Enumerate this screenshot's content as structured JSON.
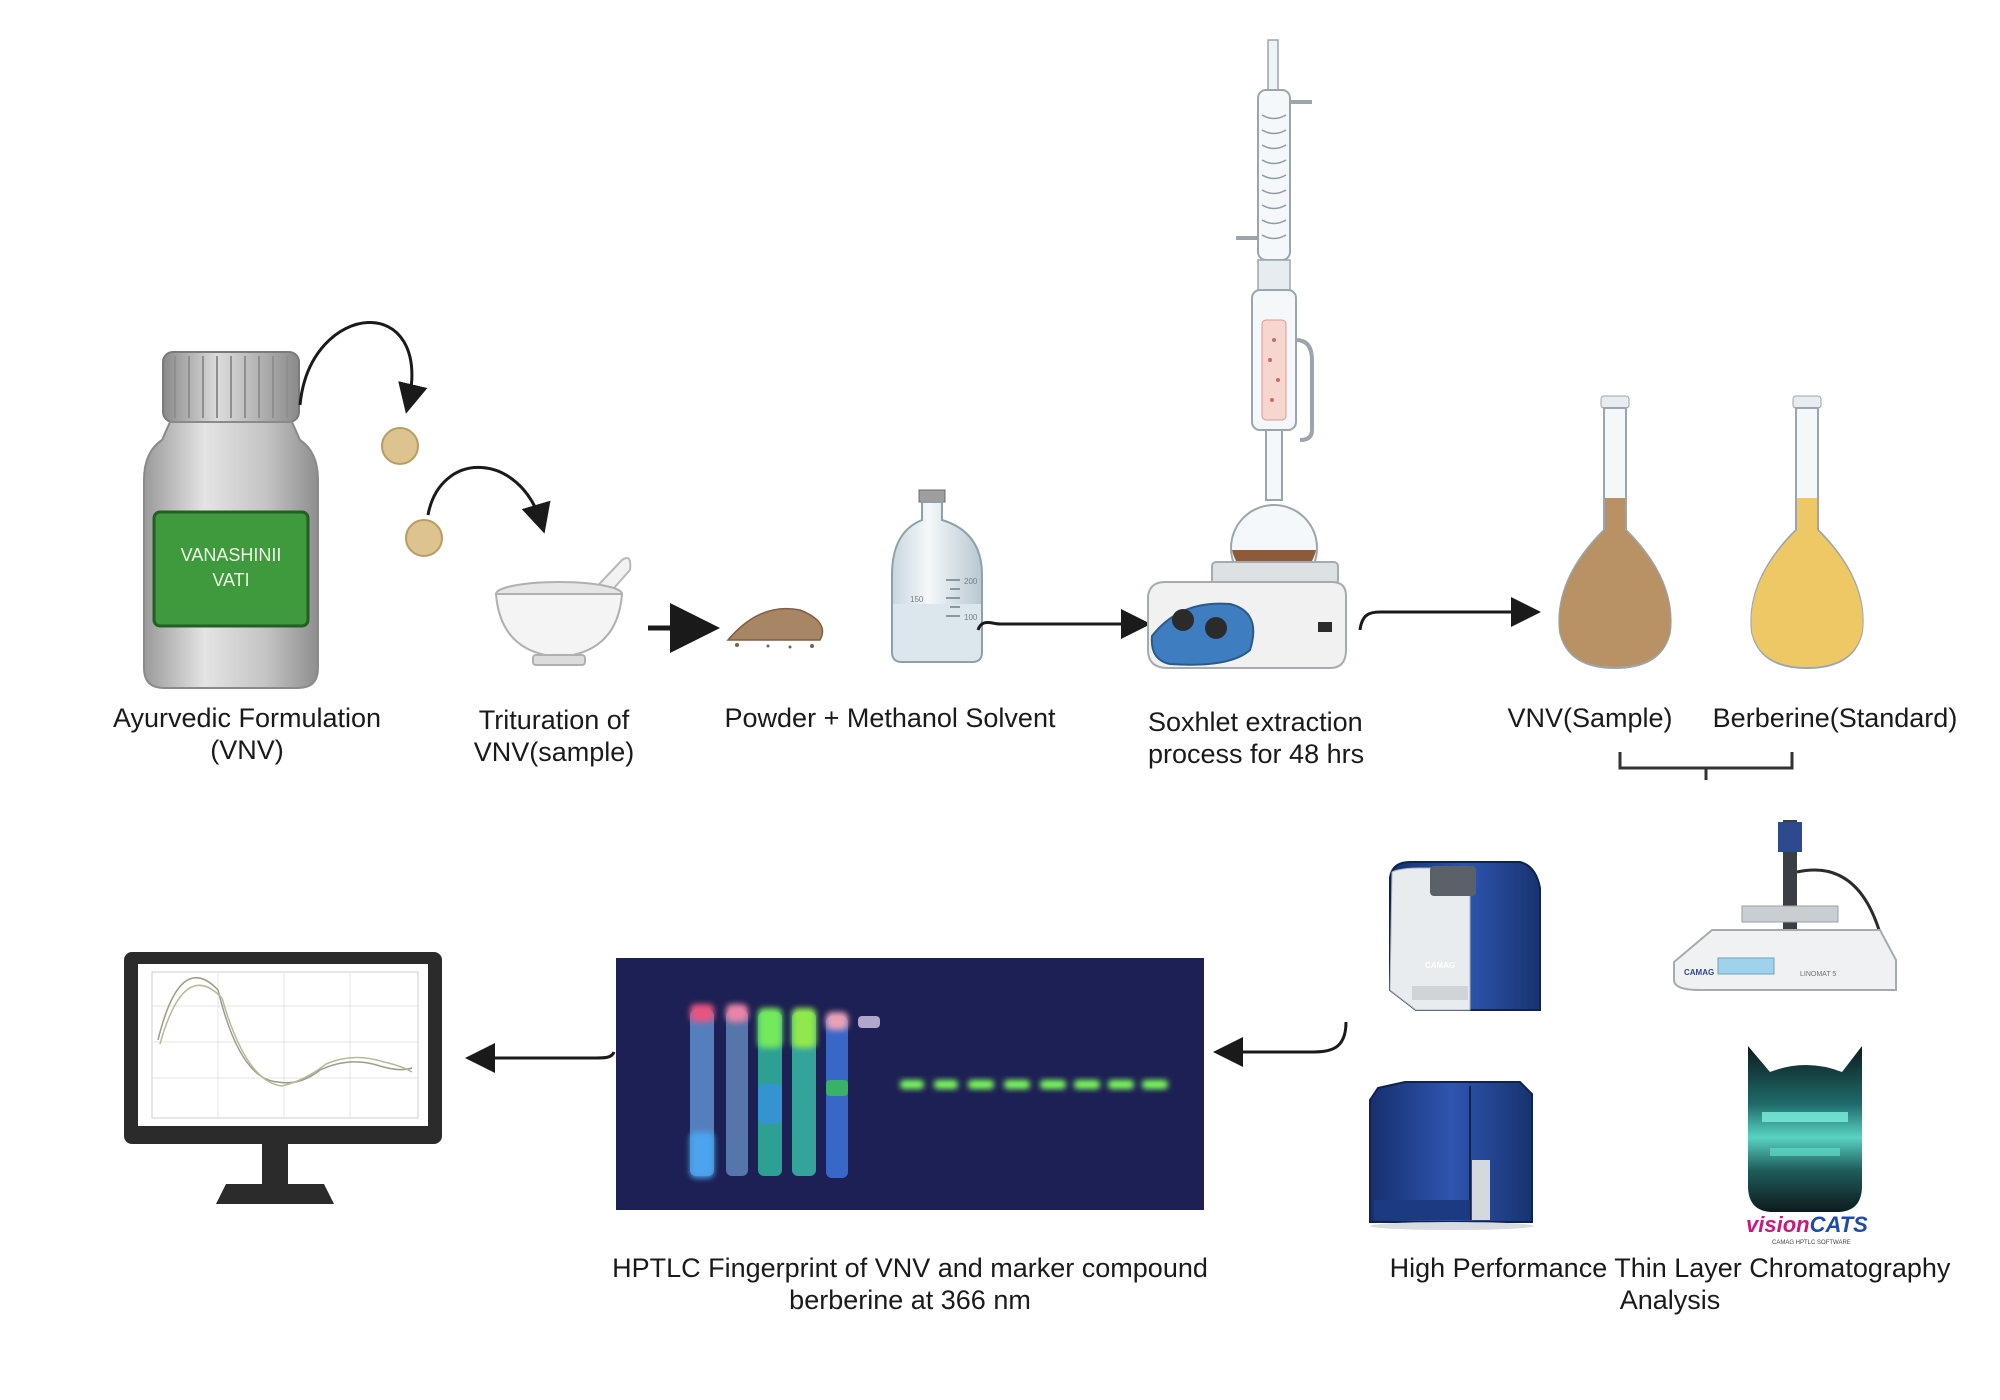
{
  "bottle": {
    "label_line1": "VANASHINII",
    "label_line2": "VATI"
  },
  "steps": {
    "formulation": {
      "line1": "Ayurvedic Formulation",
      "line2": "(VNV)"
    },
    "trituration": {
      "line1": "Trituration of",
      "line2": "VNV(sample)"
    },
    "powder_solvent": {
      "line1": "Powder + Methanol Solvent"
    },
    "soxhlet": {
      "line1": "Soxhlet extraction",
      "line2": "process for 48 hrs"
    },
    "sample_flask": {
      "label": "VNV(Sample)"
    },
    "standard_flask": {
      "label": "Berberine(Standard)"
    },
    "hptlc_analysis": {
      "line1": "High Performance Thin Layer Chromatography",
      "line2": "Analysis"
    },
    "fingerprint": {
      "line1": "HPTLC Fingerprint of VNV and marker compound",
      "line2": "berberine at 366 nm"
    }
  },
  "bottle_marks": {
    "m200": "200",
    "m150": "150",
    "m100": "100"
  },
  "instruments": {
    "scanner_brand": "CAMAG",
    "applicator_brand": "CAMAG",
    "applicator_model": "LINOMAT 5",
    "software_name_part1": "vision",
    "software_name_part2": "CATS",
    "software_tagline": "CAMAG HPTLC SOFTWARE"
  },
  "colors": {
    "pill": "#ddc48f",
    "label_green": "#3e9a3c",
    "extract_brown": "#b89265",
    "standard_yellow": "#edc864",
    "instrument_blue": "#24448f",
    "plate_bg": "#161a45",
    "band_green": "#7dff5c"
  }
}
